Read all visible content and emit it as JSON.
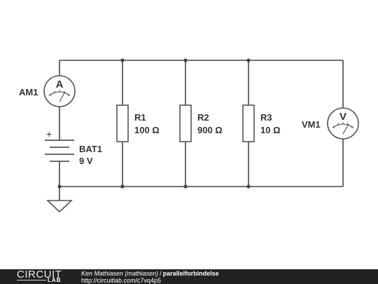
{
  "components": {
    "ammeter": {
      "name": "AM1",
      "symbol": "A"
    },
    "battery": {
      "name": "BAT1",
      "value": "9 V",
      "plus": "+"
    },
    "r1": {
      "name": "R1",
      "value": "100 Ω"
    },
    "r2": {
      "name": "R2",
      "value": "900 Ω"
    },
    "r3": {
      "name": "R3",
      "value": "10 Ω"
    },
    "voltmeter": {
      "name": "VM1",
      "symbol": "V"
    }
  },
  "footer": {
    "logo_top": "CIRCUIT",
    "logo_bottom": "LAB",
    "author": "Ken Mathiasen (mathiasen)",
    "separator": "/",
    "title": "parallelforbindelse",
    "url": "http://circuitlab.com/c7vq4p5"
  }
}
